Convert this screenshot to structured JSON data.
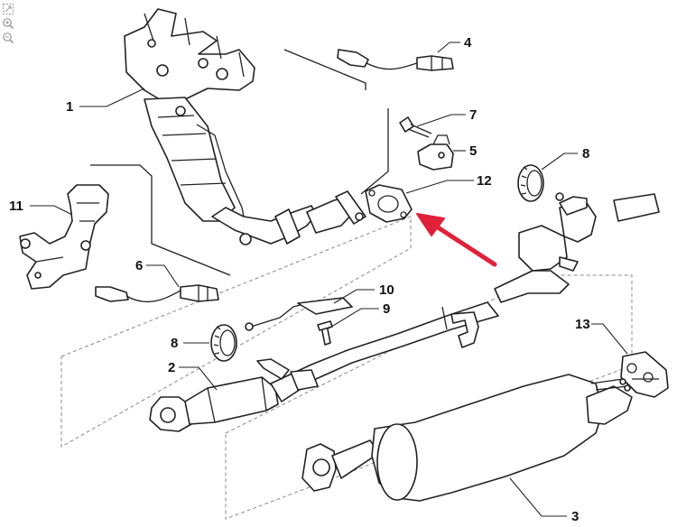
{
  "toolbar": {
    "tools": [
      {
        "name": "fit-icon"
      },
      {
        "name": "zoom-in-icon"
      },
      {
        "name": "zoom-out-icon"
      }
    ]
  },
  "callouts": {
    "c1": "1",
    "c2": "2",
    "c3": "3",
    "c4": "4",
    "c5": "5",
    "c6": "6",
    "c7": "7",
    "c8a": "8",
    "c8b": "8",
    "c9": "9",
    "c10": "10",
    "c11": "11",
    "c12": "12",
    "c13": "13"
  },
  "colors": {
    "arrow": "#e0213a",
    "line": "#222222",
    "dashed_frame": "#8a8a8a"
  }
}
